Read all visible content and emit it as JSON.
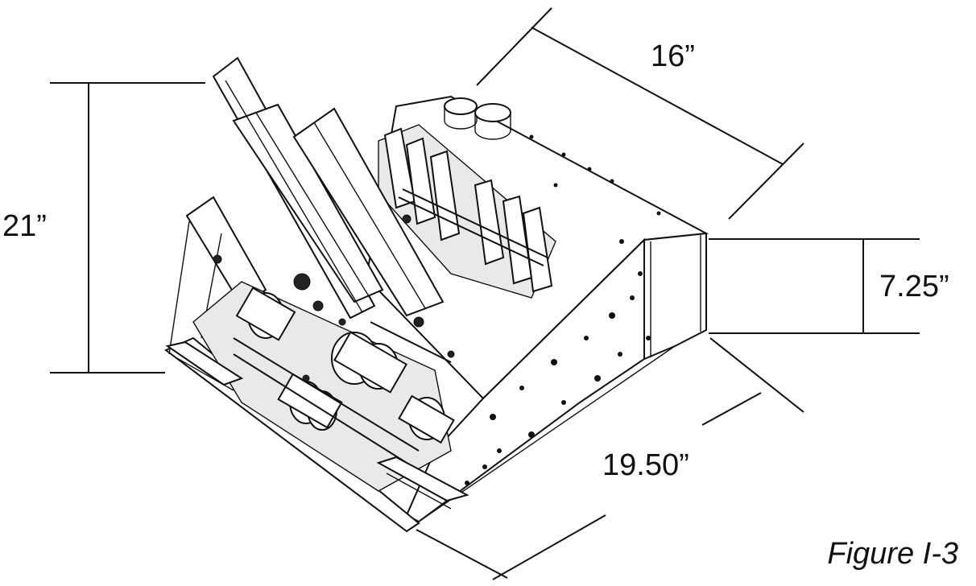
{
  "dimensions": {
    "height": "21”",
    "top_length": "16”",
    "side_height": "7.25”",
    "base_length": "19.50”"
  },
  "caption": "Figure I-3"
}
